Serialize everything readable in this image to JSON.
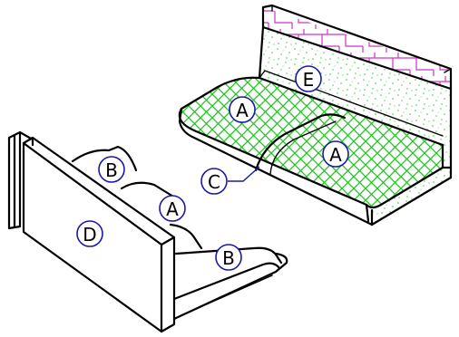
{
  "legend": {
    "fills": {
      "cross_hatch": "#22c322",
      "dot_stipple": "#33cc33",
      "brick_pattern": "#cc33cc",
      "callout_ring": "#1a1aa6"
    }
  },
  "callouts": {
    "a1": "A",
    "a2": "A",
    "a3": "A",
    "b1": "B",
    "b2": "B",
    "c1": "C",
    "d1": "D",
    "e1": "E"
  }
}
